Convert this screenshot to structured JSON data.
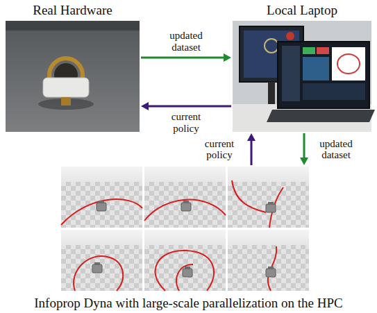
{
  "diagram": {
    "nodes": [
      {
        "text": [
          "Real Hardware"
        ]
      },
      {
        "text": [
          "Local Laptop"
        ]
      },
      {
        "text": [
          "Infoprop Dyna with large-scale parallelization on the HPC"
        ]
      }
    ],
    "edges": [
      {
        "from": 0,
        "to": 1,
        "arrow": "to",
        "label": "updated dataset"
      },
      {
        "from": 1,
        "to": 0,
        "arrow": "to",
        "label": "current policy"
      },
      {
        "from": 2,
        "to": 1,
        "arrow": "to",
        "label": "current policy"
      },
      {
        "from": 1,
        "to": 2,
        "arrow": "to",
        "label": "updated dataset"
      }
    ]
  }
}
